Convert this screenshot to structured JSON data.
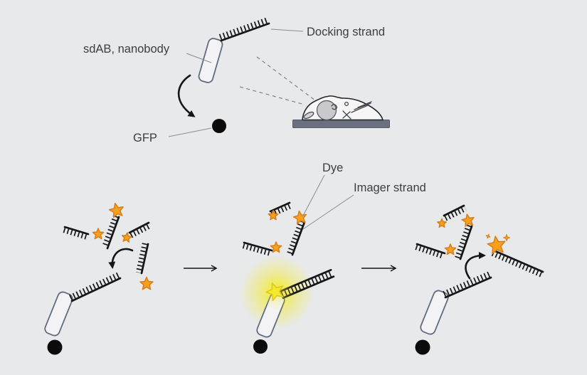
{
  "figure": {
    "labels": {
      "nanobody": "sdAB, nanobody",
      "docking_strand": "Docking strand",
      "gfp": "GFP",
      "dye": "Dye",
      "imager_strand": "Imager strand"
    },
    "colors": {
      "background": "#e8e9ea",
      "ink": "#151515",
      "label_text": "#3d3d3d",
      "leader": "#8b8b8b",
      "nanobody_fill": "#f3f3f5",
      "nanobody_stroke": "#5f6b80",
      "gfp": "#0b0b0b",
      "star_fill": "#f6a01f",
      "star_stroke": "#d97e16",
      "glow_star_fill": "#f5e92c",
      "glow_star_stroke": "#ddc81d",
      "glow": "#f3ec3b",
      "coverslip": "#6a7080",
      "cell_fill": "#f6f6f7",
      "cell_stroke": "#26262a",
      "nucleus_fill": "#c9c9cb",
      "organelle_stroke": "#44464e"
    }
  }
}
